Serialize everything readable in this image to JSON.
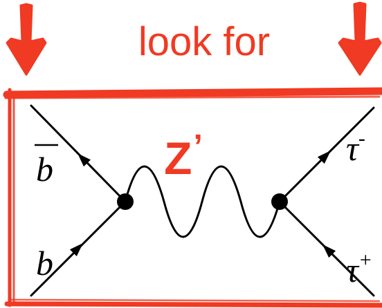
{
  "header": {
    "caption": "look for",
    "accent_color": "#f03a23"
  },
  "diagram": {
    "mediator_label": "Z",
    "mediator_prime": "’",
    "left_top_particle": "b",
    "left_bottom_particle": "b",
    "right_top_particle": "τ",
    "right_top_charge": "-",
    "right_bottom_particle": "τ",
    "right_bottom_charge": "+",
    "line_color": "#000000"
  },
  "icons": {
    "left_arrow": "down-arrow-icon",
    "right_arrow": "down-arrow-icon"
  }
}
